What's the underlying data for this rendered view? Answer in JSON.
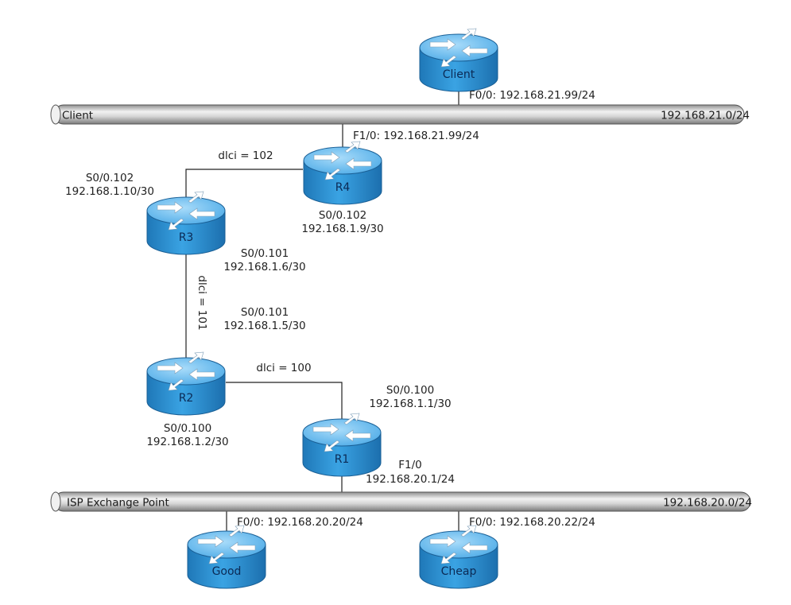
{
  "routers": {
    "client": "Client",
    "r4": "R4",
    "r3": "R3",
    "r2": "R2",
    "r1": "R1",
    "good": "Good",
    "cheap": "Cheap"
  },
  "buses": {
    "client_bus": {
      "name": "Client",
      "network": "192.168.21.0/24"
    },
    "isp_bus": {
      "name": "ISP Exchange Point",
      "network": "192.168.20.0/24"
    }
  },
  "labels": {
    "client_if": "F0/0: 192.168.21.99/24",
    "r4_f10": "F1/0: 192.168.21.99/24",
    "dlci102": "dlci = 102",
    "r3_s0102_if": "S0/0.102",
    "r3_s0102_ip": "192.168.1.10/30",
    "r4_s0102_if": "S0/0.102",
    "r4_s0102_ip": "192.168.1.9/30",
    "r3_s0101_if": "S0/0.101",
    "r3_s0101_ip": "192.168.1.6/30",
    "dlci101": "dlci = 101",
    "r2_s0101_if": "S0/0.101",
    "r2_s0101_ip": "192.168.1.5/30",
    "dlci100": "dlci = 100",
    "r1_s0100_if": "S0/0.100",
    "r1_s0100_ip": "192.168.1.1/30",
    "r2_s0100_if": "S0/0.100",
    "r2_s0100_ip": "192.168.1.2/30",
    "r1_f10_if": "F1/0",
    "r1_f10_ip": "192.168.20.1/24",
    "good_if": "F0/0: 192.168.20.20/24",
    "cheap_if": "F0/0: 192.168.20.22/24"
  },
  "colors": {
    "router_top": "#7cc6f2",
    "router_body": "#2f93d6",
    "router_edge": "#1a5f95",
    "bus_light": "#e6e6e6",
    "bus_dark": "#8a8a8a"
  }
}
